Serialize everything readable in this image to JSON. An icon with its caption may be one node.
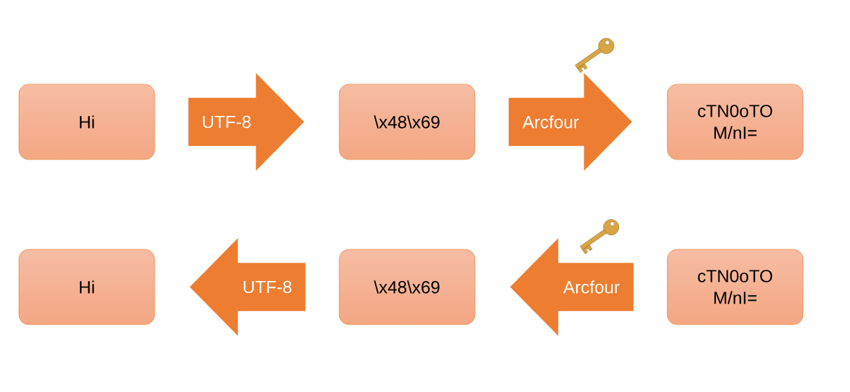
{
  "diagram": {
    "nodes": [
      {
        "text": [
          "Hi"
        ]
      },
      {
        "text": [
          "\\x48\\x69"
        ]
      },
      {
        "text": [
          "cTN0oTO M/nI="
        ]
      },
      {
        "text": [
          "Hi"
        ]
      },
      {
        "text": [
          "\\x48\\x69"
        ]
      },
      {
        "text": [
          "cTN0oTO M/nI="
        ]
      }
    ],
    "edges": [
      {
        "from": 0,
        "to": 1,
        "arrow": "to",
        "label": "UTF-8"
      },
      {
        "from": 1,
        "to": 2,
        "arrow": "to",
        "label": "Arcfour"
      },
      {
        "from": 5,
        "to": 4,
        "arrow": "to",
        "label": "Arcfour"
      },
      {
        "from": 4,
        "to": 3,
        "arrow": "to",
        "label": "UTF-8"
      }
    ]
  }
}
